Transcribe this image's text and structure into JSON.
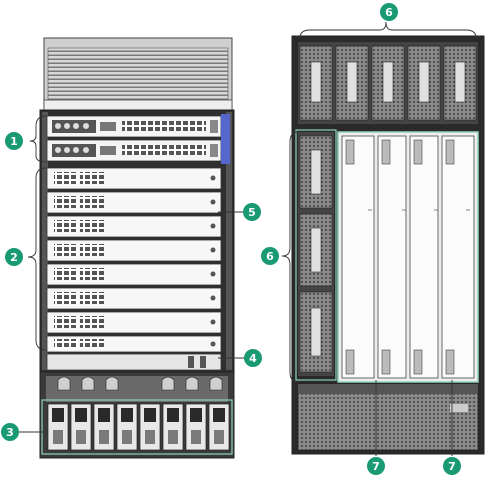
{
  "callouts": [
    {
      "id": "c1",
      "label": "1"
    },
    {
      "id": "c2",
      "label": "2"
    },
    {
      "id": "c3",
      "label": "3"
    },
    {
      "id": "c4",
      "label": "4"
    },
    {
      "id": "c5",
      "label": "5"
    },
    {
      "id": "c6a",
      "label": "6"
    },
    {
      "id": "c6b",
      "label": "6"
    },
    {
      "id": "c7a",
      "label": "7"
    },
    {
      "id": "c7b",
      "label": "7"
    }
  ],
  "colors": {
    "callout": "#1a9a73",
    "highlight": "#8fd3c0",
    "chassis_dark": "#3a3a3a",
    "chassis_mid": "#9a9a9a",
    "panel_light": "#f3f3f3",
    "accent_blue": "#5566cc"
  }
}
